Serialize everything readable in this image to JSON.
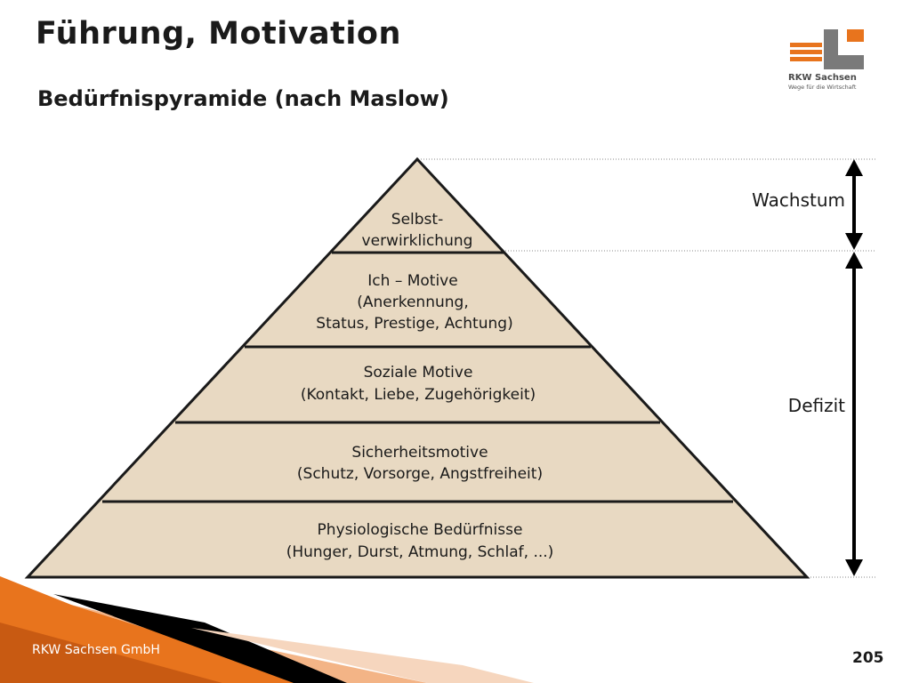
{
  "header": {
    "title": "Führung, Motivation",
    "subtitle": "Bedürfnispyramide (nach Maslow)"
  },
  "logo": {
    "name": "RKW Sachsen",
    "tagline": "Wege für die Wirtschaft"
  },
  "pyramid": {
    "levels": [
      {
        "lines": [
          "Selbst-",
          "verwirklichung"
        ]
      },
      {
        "lines": [
          "Ich – Motive",
          "(Anerkennung,",
          "Status, Prestige, Achtung)"
        ]
      },
      {
        "lines": [
          "Soziale Motive",
          "(Kontakt, Liebe, Zugehörigkeit)"
        ]
      },
      {
        "lines": [
          "Sicherheitsmotive",
          "(Schutz, Vorsorge, Angstfreiheit)"
        ]
      },
      {
        "lines": [
          "Physiologische Bedürfnisse",
          "(Hunger, Durst, Atmung, Schlaf, ...)"
        ]
      }
    ],
    "fill_color": "#e8d9c2",
    "stroke_color": "#1a1a1a"
  },
  "side_labels": {
    "growth": "Wachstum",
    "deficit": "Defizit"
  },
  "footer": {
    "company": "RKW Sachsen GmbH",
    "page_number": "205"
  },
  "colors": {
    "accent_orange": "#e8741d",
    "logo_gray": "#7a7a7a"
  }
}
